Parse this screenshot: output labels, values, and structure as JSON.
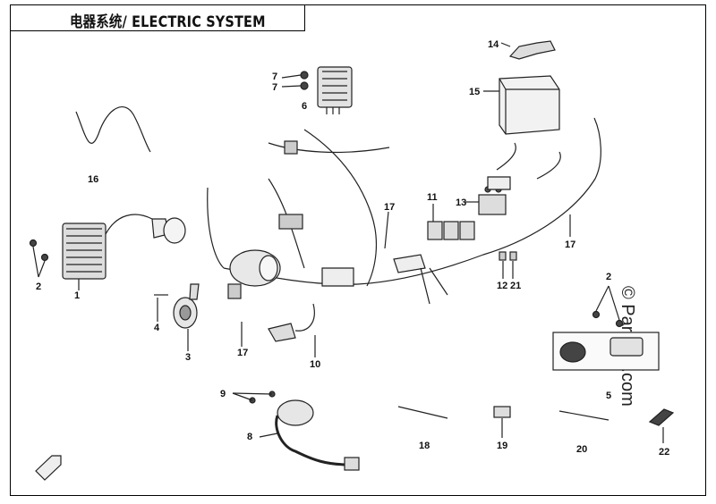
{
  "title": "电器系统/ ELECTRIC SYSTEM",
  "watermark": "© Partzilla.com",
  "callouts": {
    "c1": "1",
    "c2a": "2",
    "c2b": "2",
    "c3": "3",
    "c4": "4",
    "c5": "5",
    "c6": "6",
    "c7a": "7",
    "c7b": "7",
    "c8": "8",
    "c9": "9",
    "c10": "10",
    "c11": "11",
    "c12": "12",
    "c21a": "21",
    "c13": "13",
    "c14": "14",
    "c15": "15",
    "c16": "16",
    "c17a": "17",
    "c17b": "17",
    "c17c": "17",
    "c18": "18",
    "c19": "19",
    "c20": "20",
    "c22": "22"
  },
  "icons": {
    "front_arrow": "front-arrow-icon"
  }
}
